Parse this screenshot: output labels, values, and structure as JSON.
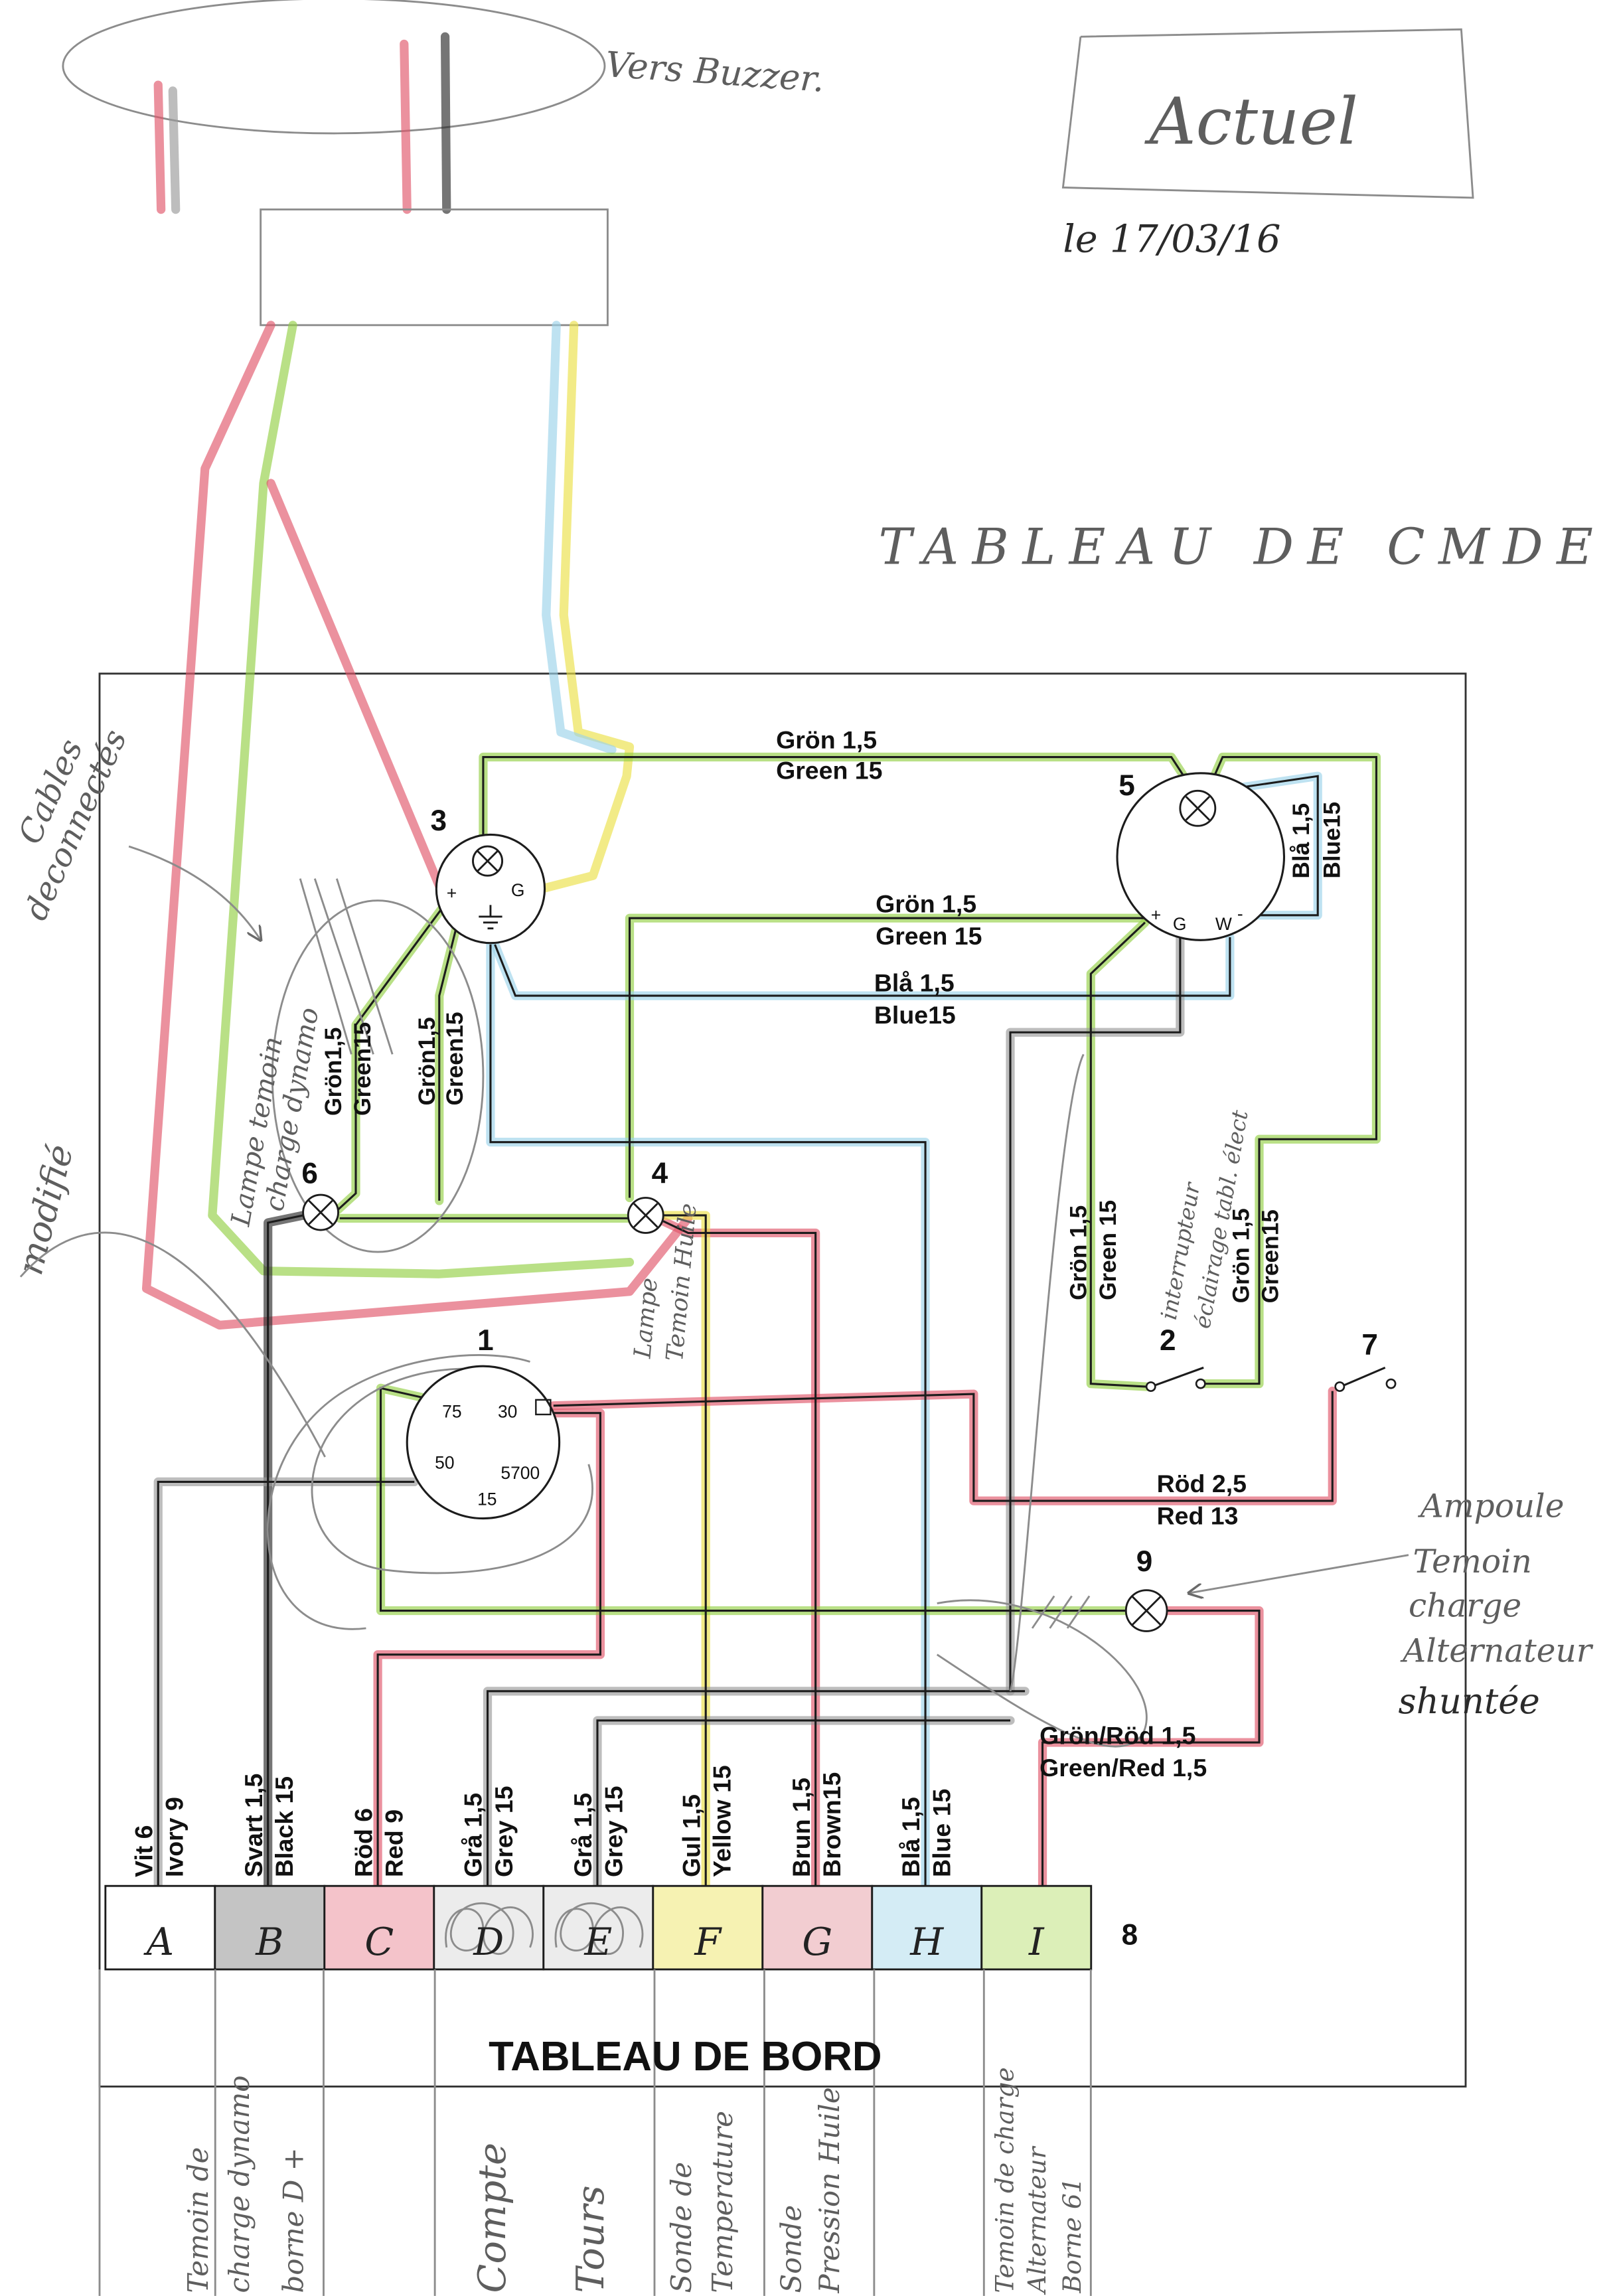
{
  "header": {
    "to_buzzer": "Vers Buzzer.",
    "status": "Actuel",
    "date": "le 17/03/16",
    "panel_title": "TABLEAU DE CMDE"
  },
  "notes": {
    "cables": [
      "Cables",
      "deconnectés"
    ],
    "modified": "modifié",
    "lamp6": [
      "Lampe temoin",
      "charge dynamo"
    ],
    "lamp4": [
      "Lampe",
      "Temoin Huile"
    ],
    "switch2": [
      "interrupteur",
      "éclairage tabl. élect"
    ],
    "lamp9": [
      "Ampoule",
      "Temoin",
      "charge",
      "Alternateur",
      "shuntée"
    ]
  },
  "components": {
    "c1": "1",
    "c2": "2",
    "c3": "3",
    "c4": "4",
    "c5": "5",
    "c6": "6",
    "c7": "7",
    "c8": "8",
    "c9": "9"
  },
  "gauge3_terminals": {
    "plus": "+",
    "g": "G"
  },
  "gauge5_terminals": {
    "plus": "+",
    "g": "G",
    "w": "W",
    "minus": "-"
  },
  "switch1_terminals": {
    "t75": "75",
    "t30": "30",
    "t50": "50",
    "t5700": "5700",
    "t15": "15"
  },
  "wire_labels": {
    "top_green": [
      "Grön 1,5",
      "Green 15"
    ],
    "right_blue": [
      "Blå 1,5",
      "Blue15"
    ],
    "mid_green": [
      "Grön 1,5",
      "Green 15"
    ],
    "mid_blue": [
      "Blå 1,5",
      "Blue15"
    ],
    "left_green_a": [
      "Grön1,5",
      "Green15"
    ],
    "left_green_b": [
      "Grön1,5",
      "Green15"
    ],
    "right_green_a": [
      "Grön 1,5",
      "Green 15"
    ],
    "right_green_b": [
      "Grön 1,5",
      "Green15"
    ],
    "red_25": [
      "Röd 2,5",
      "Red 13"
    ],
    "green_red": [
      "Grön/Röd 1,5",
      "Green/Red 1,5"
    ]
  },
  "column_labels": [
    [
      "Vit 6",
      "Ivory 9"
    ],
    [
      "Svart 1,5",
      "Black 15"
    ],
    [
      "Röd 6",
      "Red 9"
    ],
    [
      "Grå 1,5",
      "Grey 15"
    ],
    [
      "Grå 1,5",
      "Grey 15"
    ],
    [
      "Gul 1,5",
      "Yellow 15"
    ],
    [
      "Brun 1,5",
      "Brown15"
    ],
    [
      "Blå 1,5",
      "Blue 15"
    ]
  ],
  "terminals": [
    {
      "letter": "A",
      "fill": "#ffffff"
    },
    {
      "letter": "B",
      "fill": "#c4c4c4"
    },
    {
      "letter": "C",
      "fill": "#f4c3ca"
    },
    {
      "letter": "D",
      "fill": "#ececec"
    },
    {
      "letter": "E",
      "fill": "#ececec"
    },
    {
      "letter": "F",
      "fill": "#f6f2b2"
    },
    {
      "letter": "G",
      "fill": "#f2cdd1"
    },
    {
      "letter": "H",
      "fill": "#d4ecf5"
    },
    {
      "letter": "I",
      "fill": "#dcefb8"
    }
  ],
  "dashboard_title": "TABLEAU DE BORD",
  "terminal_notes": {
    "b": [
      "Temoin de",
      "charge dynamo",
      "borne D +"
    ],
    "d": "Compte",
    "e": "Tours",
    "f": [
      "Sonde de",
      "Temperature"
    ],
    "g": [
      "Sonde",
      "Pression Huile"
    ],
    "i": [
      "Temoin de charge",
      "Alternateur",
      "Borne 61"
    ]
  },
  "colors": {
    "green": "#93cf45",
    "red": "#e0566a",
    "blue": "#9bd2ea",
    "yellow": "#ebe046",
    "gray": "#9a9a9a",
    "black": "#2b2b2b",
    "brown": "#d98892"
  }
}
